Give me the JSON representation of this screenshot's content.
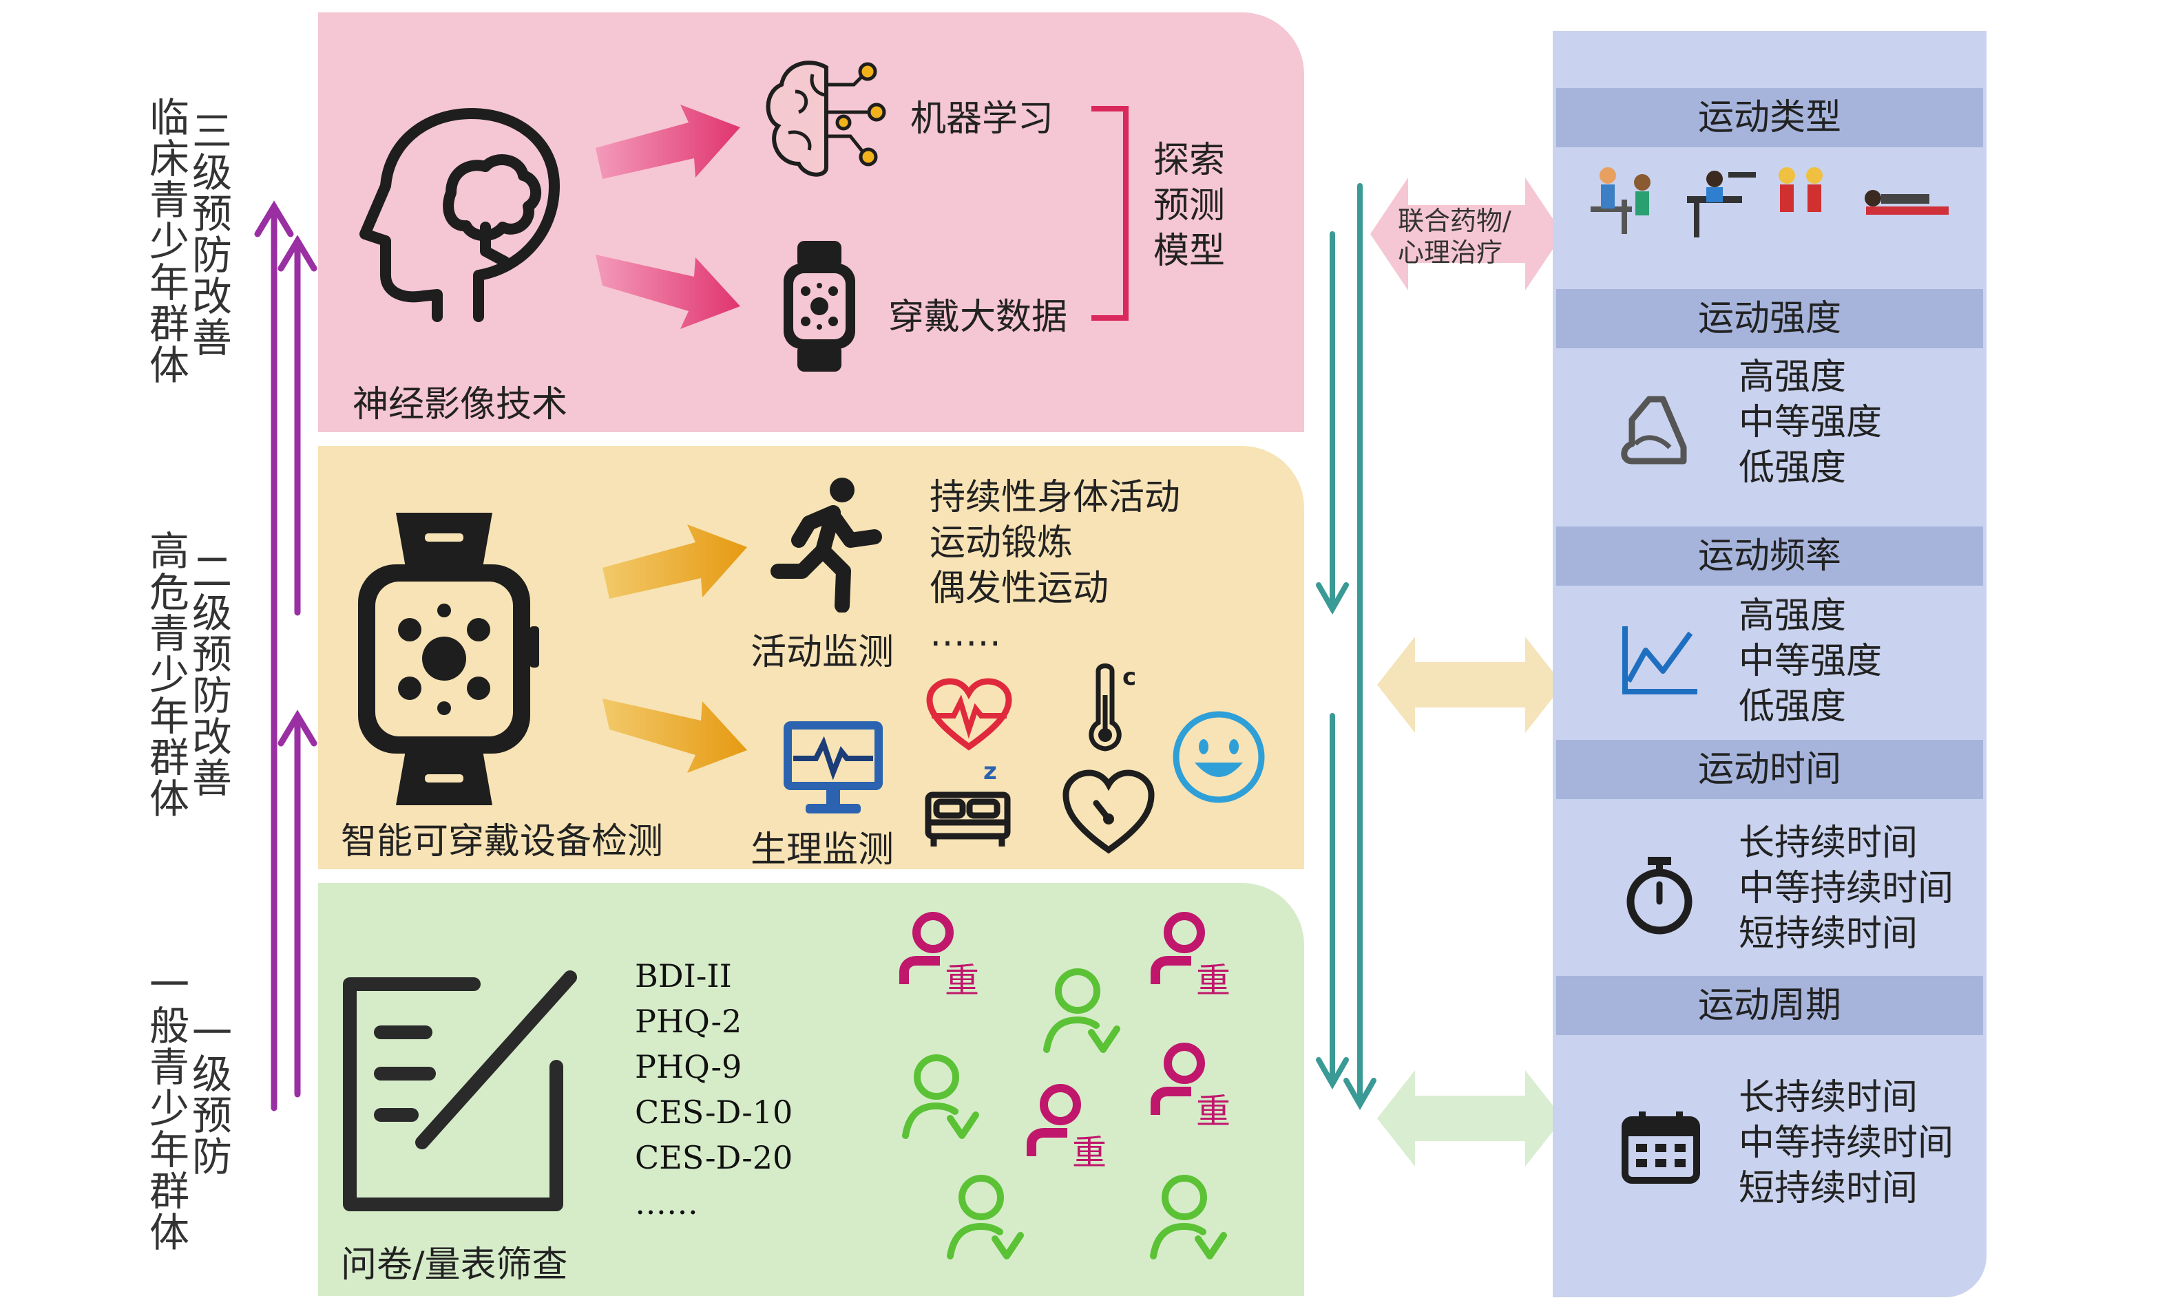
{
  "left_labels": {
    "tier3_prevention": "三级预防改善",
    "tier3_group": "临床青少年群体",
    "tier2_prevention": "二级预防改善",
    "tier2_group": "高危青少年群体",
    "tier1_prevention": "一级预防",
    "tier1_group": "一般青少年群体"
  },
  "top_panel": {
    "caption": "神经影像技术",
    "machine_learning": "机器学习",
    "wearable_big_data": "穿戴大数据",
    "explore_model": [
      "探索",
      "预测",
      "模型"
    ]
  },
  "middle_panel": {
    "caption": "智能可穿戴设备检测",
    "activity_items": [
      "持续性身体活动",
      "运动锻炼",
      "偶发性运动",
      "……"
    ],
    "activity_monitor": "活动监测",
    "physio_monitor": "生理监测",
    "thermometer_unit": "c"
  },
  "bottom_panel": {
    "caption": "问卷/量表筛查",
    "scales": [
      "BDI-II",
      "PHQ-2",
      "PHQ-9",
      "CES-D-10",
      "CES-D-20",
      "……"
    ],
    "severe_tag": "重"
  },
  "connector": {
    "combined_therapy": [
      "联合药物/",
      "心理治疗"
    ]
  },
  "right_panel": {
    "type": {
      "title": "运动类型"
    },
    "intensity": {
      "title": "运动强度",
      "items": [
        "高强度",
        "中等强度",
        "低强度"
      ]
    },
    "frequency": {
      "title": "运动频率",
      "items": [
        "高强度",
        "中等强度",
        "低强度"
      ]
    },
    "duration": {
      "title": "运动时间",
      "items": [
        "长持续时间",
        "中等持续时间",
        "短持续时间"
      ]
    },
    "period": {
      "title": "运动周期",
      "items": [
        "长持续时间",
        "中等持续时间",
        "短持续时间"
      ]
    }
  },
  "colors": {
    "top_panel": "#f5c6d3",
    "middle_panel": "#f7e3b5",
    "bottom_panel": "#d6ecc9",
    "right_panel": "#c9d2ee",
    "right_header": "#a6b4dc",
    "purple_arrow": "#9a2fa3",
    "teal_arrow": "#3a9a95",
    "severe": "#c0176d",
    "normal": "#5bc236"
  },
  "icons": [
    "head-brain-icon",
    "brain-network-icon",
    "smartwatch-icon",
    "runner-icon",
    "monitor-ecg-icon",
    "heart-pulse-icon",
    "thermometer-icon",
    "smiley-icon",
    "bed-icon",
    "heart-gauge-icon",
    "questionnaire-icon",
    "person-severe-icon",
    "person-check-icon",
    "exercise-images",
    "intensity-icon",
    "line-chart-icon",
    "stopwatch-icon",
    "calendar-icon"
  ]
}
